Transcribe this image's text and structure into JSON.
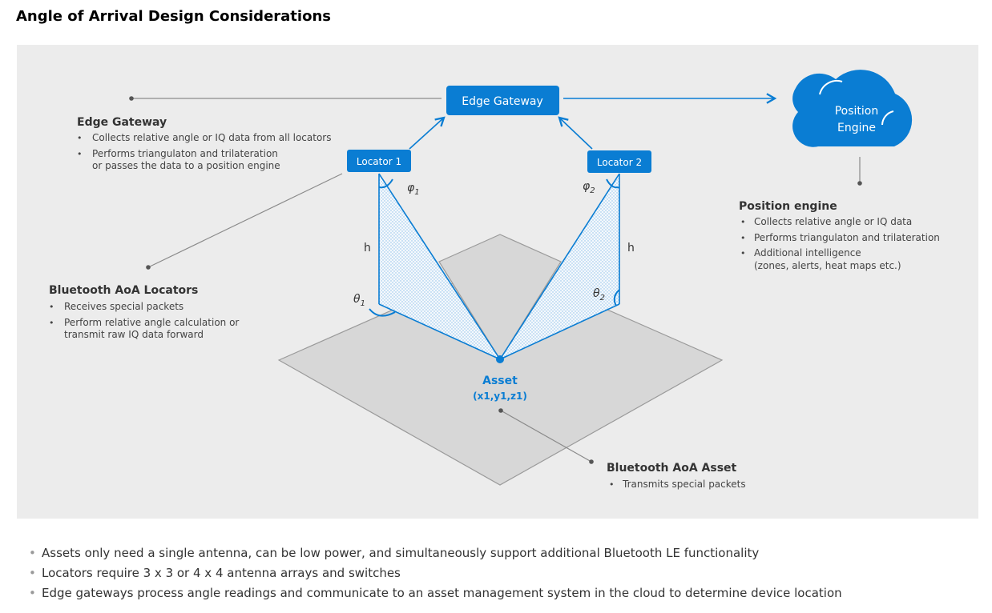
{
  "page_title": "Angle of Arrival Design Considerations",
  "colors": {
    "accent": "#0a7dd3",
    "panel_bg": "#ececec",
    "plane": "#d7d7d7",
    "leader": "#888888"
  },
  "nodes": {
    "edge_gateway": "Edge Gateway",
    "locator1": "Locator 1",
    "locator2": "Locator 2",
    "position_engine": [
      "Position",
      "Engine"
    ],
    "asset_label": "Asset",
    "asset_coords": "(x1,y1,z1)"
  },
  "angles": {
    "phi1": "φ",
    "phi1_sub": "1",
    "phi2": "φ",
    "phi2_sub": "2",
    "theta1": "θ",
    "theta1_sub": "1",
    "theta2": "θ",
    "theta2_sub": "2",
    "h_left": "h",
    "h_right": "h"
  },
  "callouts": {
    "edge_gateway": {
      "title": "Edge Gateway",
      "bullets": [
        "Collects relative angle or IQ data from all locators",
        "Performs triangulaton and trilateration",
        "or passes the data to a position engine"
      ]
    },
    "locators": {
      "title": "Bluetooth AoA Locators",
      "bullets": [
        "Receives special packets",
        "Perform relative angle calculation or",
        "transmit raw IQ data forward"
      ]
    },
    "position_engine": {
      "title": "Position engine",
      "bullets": [
        "Collects relative angle or IQ data",
        "Performs triangulaton and trilateration",
        "Additional intelligence",
        "(zones, alerts, heat maps etc.)"
      ]
    },
    "asset": {
      "title": "Bluetooth AoA Asset",
      "bullets": [
        "Transmits special packets"
      ]
    }
  },
  "notes": [
    "Assets only need a single antenna, can be low power, and simultaneously support additional Bluetooth LE functionality",
    "Locators require 3 x 3 or 4 x 4 antenna arrays and switches",
    "Edge gateways process angle readings and communicate to an asset management system in the cloud to determine device location"
  ]
}
